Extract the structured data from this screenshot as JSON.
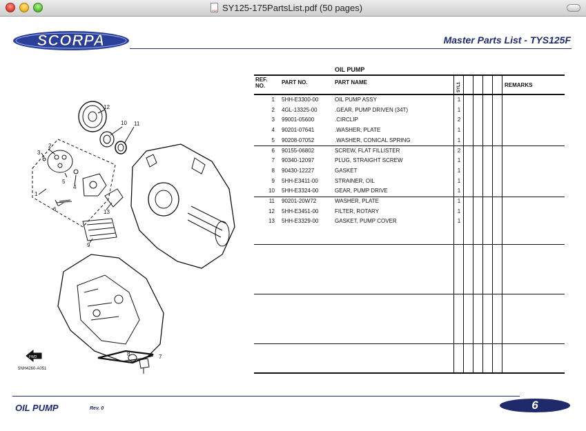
{
  "window": {
    "title": "SY125-175PartsList.pdf (50 pages)",
    "doc_icon_text": "PDF"
  },
  "header": {
    "logo_text": "SCORPA",
    "master_title": "Master Parts List - TYS125F"
  },
  "diagram": {
    "callouts": [
      "12",
      "10",
      "11",
      "2",
      "3",
      "5",
      "4",
      "1",
      "13",
      "9",
      "8",
      "6",
      "7"
    ],
    "fwd_label": "FWD",
    "ref_code": "5NH4260-A051"
  },
  "table": {
    "title": "OIL PUMP",
    "headers": {
      "ref": "REF.",
      "no": "NO.",
      "part_no": "PART NO.",
      "part_name": "PART NAME",
      "syl": "SYL1",
      "remarks": "REMARKS"
    },
    "rows": [
      {
        "ref": "1",
        "part_no": "5HH-E3300-00",
        "name": "OIL PUMP ASSY",
        "qty": "1"
      },
      {
        "ref": "2",
        "part_no": "4GL-13325-00",
        "name": ".GEAR, PUMP DRIVEN (34T)",
        "qty": "1"
      },
      {
        "ref": "3",
        "part_no": "99001-05600",
        "name": ".CIRCLIP",
        "qty": "2"
      },
      {
        "ref": "4",
        "part_no": "90201-07641",
        "name": ".WASHER, PLATE",
        "qty": "1"
      },
      {
        "ref": "5",
        "part_no": "90208-07052",
        "name": ".WASHER, CONICAL SPRING",
        "qty": "1"
      },
      {
        "ref": "6",
        "part_no": "90155-06802",
        "name": "SCREW, FLAT FILLISTER",
        "qty": "2"
      },
      {
        "ref": "7",
        "part_no": "90340-12097",
        "name": "PLUG, STRAIGHT SCREW",
        "qty": "1"
      },
      {
        "ref": "8",
        "part_no": "90430-12227",
        "name": "GASKET",
        "qty": "1"
      },
      {
        "ref": "9",
        "part_no": "5HH-E3411-00",
        "name": "STRAINER, OIL",
        "qty": "1"
      },
      {
        "ref": "10",
        "part_no": "5HH-E3324-00",
        "name": "GEAR, PUMP DRIVE",
        "qty": "1"
      },
      {
        "ref": "11",
        "part_no": "90201-20W72",
        "name": "WASHER, PLATE",
        "qty": "1"
      },
      {
        "ref": "12",
        "part_no": "5HH-E3451-00",
        "name": "FILTER, ROTARY",
        "qty": "1"
      },
      {
        "ref": "13",
        "part_no": "5HH-E3329-00",
        "name": "GASKET, PUMP COVER",
        "qty": "1"
      }
    ]
  },
  "footer": {
    "title": "OIL PUMP",
    "rev": "Rev. 0",
    "page_number": "6"
  },
  "colors": {
    "brand_navy": "#1f2a6b",
    "logo_blue": "#2a3f9a"
  }
}
